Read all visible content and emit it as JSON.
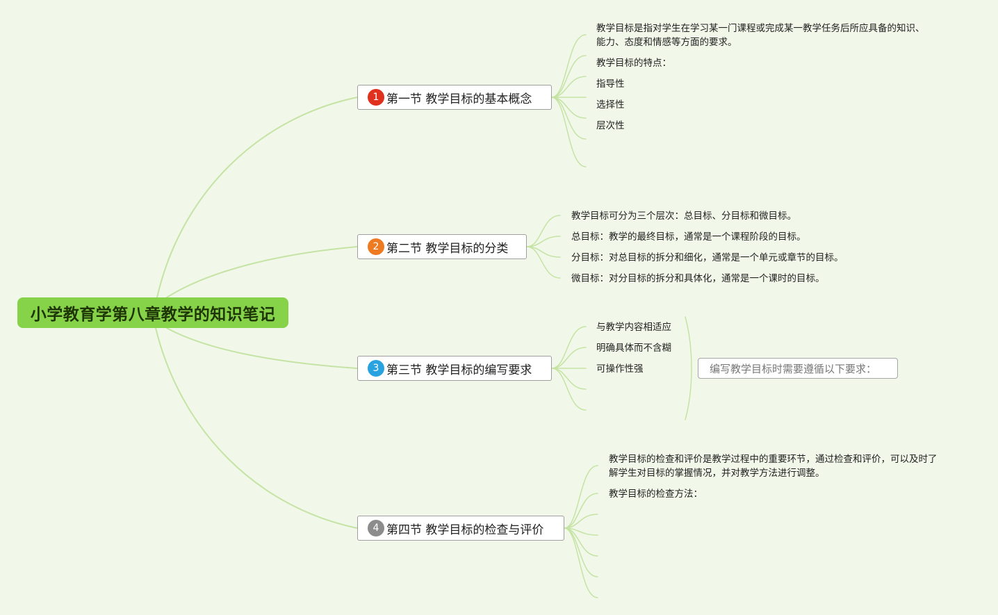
{
  "root": {
    "title": "小学教育学第八章教学的知识笔记"
  },
  "colors": {
    "background": "#f1f8e9",
    "root_fill": "#86d34a",
    "branch_line": "#c5e3a4",
    "badge_1": "#e0301e",
    "badge_2": "#ee7a22",
    "badge_3": "#29a3e0",
    "badge_4": "#8c8c8c"
  },
  "sections": [
    {
      "badge": "1",
      "label": "第一节 教学目标的基本概念",
      "items": [
        "教学目标是指对学生在学习某一门课程或完成某一教学任务后所应具备的知识、",
        "能力、态度和情感等方面的要求。",
        "教学目标的特点：",
        "指导性",
        "选择性",
        "层次性"
      ]
    },
    {
      "badge": "2",
      "label": "第二节 教学目标的分类",
      "items": [
        "教学目标可分为三个层次：总目标、分目标和微目标。",
        "总目标：教学的最终目标，通常是一个课程阶段的目标。",
        "分目标：对总目标的拆分和细化，通常是一个单元或章节的目标。",
        "微目标：对分目标的拆分和具体化，通常是一个课时的目标。"
      ]
    },
    {
      "badge": "3",
      "label": "第三节 教学目标的编写要求",
      "items": [
        "与教学内容相适应",
        "明确具体而不含糊",
        "可操作性强"
      ],
      "note": "编写教学目标时需要遵循以下要求："
    },
    {
      "badge": "4",
      "label": "第四节 教学目标的检查与评价",
      "items": [
        "教学目标的检查和评价是教学过程中的重要环节，通过检查和评价，可以及时了",
        "解学生对目标的掌握情况，并对教学方法进行调整。",
        "教学目标的检查方法："
      ]
    }
  ]
}
